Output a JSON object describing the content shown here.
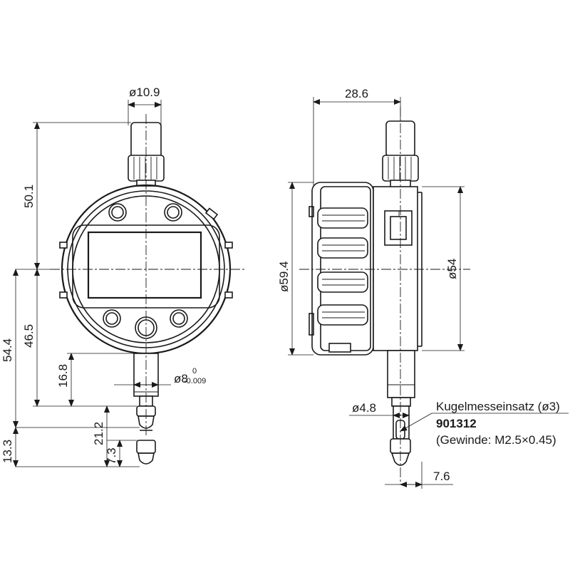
{
  "dimensions": {
    "stem_diameter_top": "ø10.9",
    "height_top": "50.1",
    "height_total": "54.4",
    "height_mid": "46.5",
    "stem_length": "16.8",
    "stem_diameter": "ø8",
    "stem_tol_upper": "0",
    "stem_tol_lower": "-0.009",
    "tip_len_a": "21.2",
    "tip_len_b": "7.3",
    "tip_len_c": "13.3",
    "depth": "28.6",
    "body_diameter": "ø59.4",
    "bezel_diameter": "ø54",
    "spindle_diameter": "ø4.8",
    "tip_offset": "7.6"
  },
  "callout": {
    "title": "Kugelmesseinsatz (ø3)",
    "part_number": "901312",
    "thread": "(Gewinde: M2.5×0.45)"
  },
  "colors": {
    "line": "#1a1a1a",
    "background": "#ffffff"
  }
}
